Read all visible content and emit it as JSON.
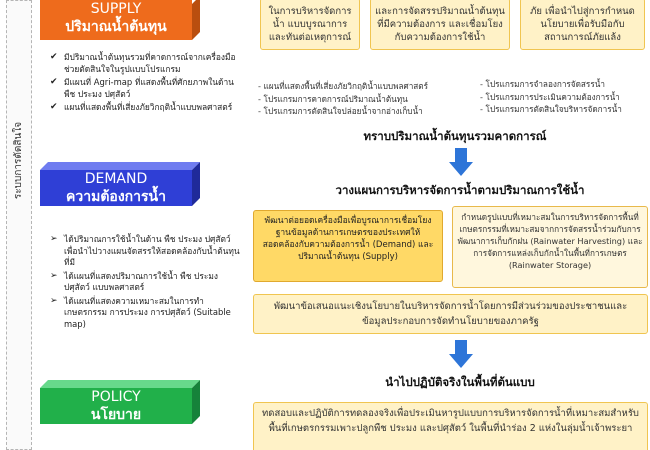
{
  "side_label": "ระบบการตัดสินใจ",
  "supply": {
    "title_en": "SUPPLY",
    "title_th": "ปริมาณน้ำต้นทุน",
    "bullets": [
      "มีปริมาณน้ำต้นทุนรวมที่คาดการณ์จากเครื่องมือช่วยตัดสินใจในรูปแบบโปรแกรม",
      "มีแผนที่ Agri-map ที่แสดงพื้นที่ศักยภาพในด้านพืช ประมง ปศุสัตว์",
      "แผนที่แสดงพื้นที่เสี่ยงภัยวิกฤติน้ำแบบพลศาสตร์"
    ]
  },
  "demand": {
    "title_en": "DEMAND",
    "title_th": "ความต้องการน้ำ",
    "bullets": [
      "ได้ปริมาณการใช้น้ำในด้าน พืช ประมง ปศุสัตว์ เพื่อนำไปวางแผนจัดสรรให้สอดคล้องกับน้ำต้นทุนที่มี",
      "ได้แผนที่แสดงปริมาณการใช้น้ำ พืช ประมง ปศุสัตว์ แบบพลศาสตร์",
      "ได้แผนที่แสดงความเหมาะสมในการทำเกษตรกรรม การประมง การปศุสัตว์ (Suitable map)"
    ]
  },
  "policy": {
    "title_en": "POLICY",
    "title_th": "นโยบาย"
  },
  "top_boxes": [
    "ในการบริหารจัดการน้ำ แบบบูรณาการและทันต่อเหตุการณ์",
    "และการจัดสรรปริมาณน้ำต้นทุนที่มีความต้องการ และเชื่อมโยงกับความต้องการใช้น้ำ",
    "ภัย เพื่อนำไปสู่การกำหนดนโยบายเพื่อรับมือกับสถานการณ์ภัยแล้ง"
  ],
  "list_left": [
    "- แผนที่แสดงพื้นที่เสี่ยงภัยวิกฤติน้ำแบบพลศาสตร์",
    "- โปรแกรมการคาดการณ์ปริมาณน้ำต้นทุน",
    "- โปรแกรมการตัดสินใจปล่อยน้ำจากอ่างเก็บน้ำ"
  ],
  "list_right": [
    "- โปรแกรมการจำลองการจัดสรรน้ำ",
    "- โปรแกรมการประเมินความต้องการน้ำ",
    "- โปรแกรมการตัดสินใจบริหารจัดการน้ำ"
  ],
  "heading1": "ทราบปริมาณน้ำต้นทุนรวมคาดการณ์",
  "heading2": "วางแผนการบริหารจัดการน้ำตามปริมาณการใช้น้ำ",
  "mid_left": "พัฒนาต่อยอดเครื่องมือเพื่อบูรณาการเชื่อมโยงฐานข้อมูลด้านการเกษตรของประเทศให้สอดคล้องกับความต้องการน้ำ (Demand) และปริมาณน้ำต้นทุน (Supply)",
  "mid_right": "กำหนดรูปแบบที่เหมาะสมในการบริหารจัดการพื้นที่เกษตรกรรมที่เหมาะสมจากการจัดสรรน้ำร่วมกับการพัฒนาการเก็บกักฝน (Rainwater Harvesting) และการจัดการแหล่งเก็บกักน้ำในพื้นที่การเกษตร (Rainwater Storage)",
  "policy_box": "พัฒนาข้อเสนอแนะเชิงนโยบายในบริหารจัดการน้ำโดยการมีส่วนร่วมของประชาชนและข้อมูลประกอบการจัดทำนโยบายของภาครัฐ",
  "heading3": "นำไปปฏิบัติจริงในพื้นที่ต้นแบบ",
  "bottom_box": "ทดสอบและปฏิบัติการทดลองจริงเพื่อประเมินหารูปแบบการบริหารจัดการน้ำที่เหมาะสมสำหรับพื้นที่เกษตรกรรมเพาะปลูกพืช ประมง และปศุสัตว์ ในพื้นที่นำร่อง 2 แห่งในลุ่มน้ำเจ้าพระยา",
  "colors": {
    "supply": "#ee6b1c",
    "demand": "#2f3fd6",
    "policy": "#21b04a",
    "arrow": "#2e75d8",
    "yellow": "#ffd966"
  }
}
